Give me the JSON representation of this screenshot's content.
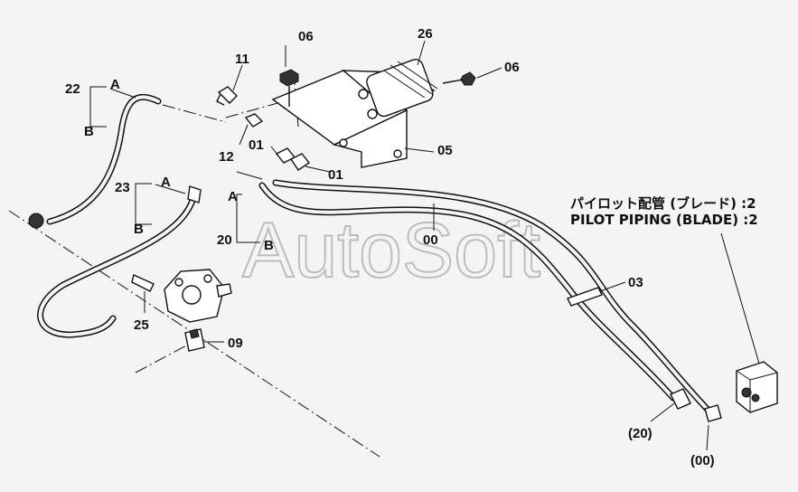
{
  "title": {
    "jp": "パイロット配管 (ブレード) :2",
    "en": "PILOT PIPING (BLADE) :2"
  },
  "watermark": "AutoSoft",
  "callouts": {
    "p06a": "06",
    "p06b": "06",
    "p26": "26",
    "p11": "11",
    "p22": "22",
    "p22a": "A",
    "p22b": "B",
    "p12": "12",
    "p01a": "01",
    "p01b": "01",
    "p05": "05",
    "p23": "23",
    "p23a": "A",
    "p23b": "B",
    "p20a": "A",
    "p20": "20",
    "p20b": "B",
    "p00": "00",
    "p03": "03",
    "p25": "25",
    "p09": "09",
    "p20ref": "(20)",
    "p00ref": "(00)"
  }
}
